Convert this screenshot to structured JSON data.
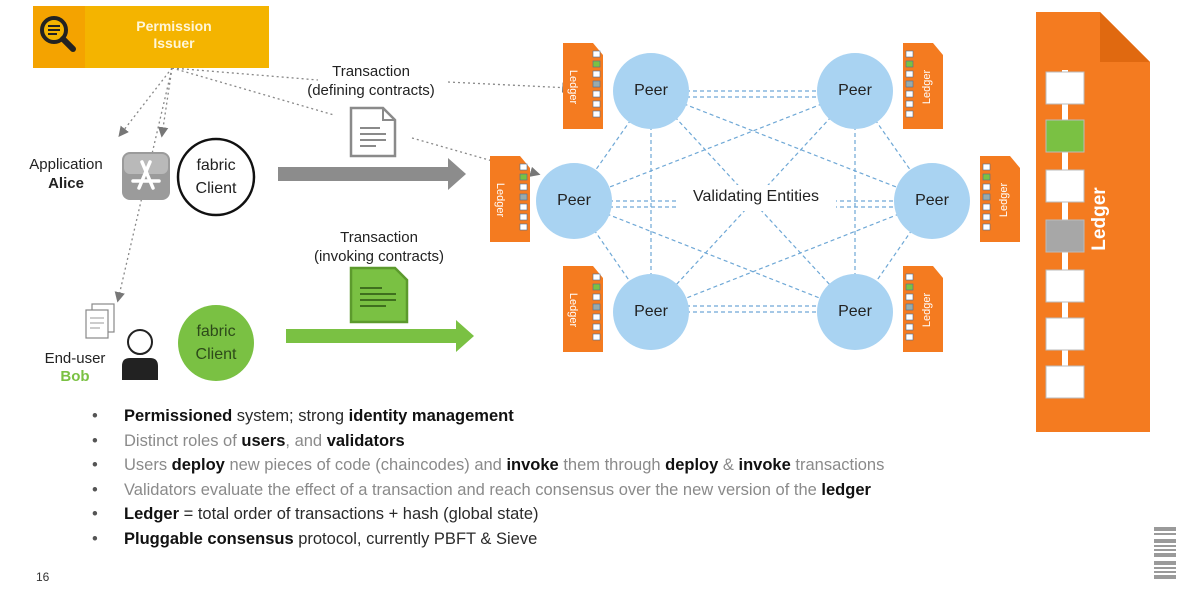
{
  "permission_issuer": {
    "line1": "Permission",
    "line2": "Issuer"
  },
  "tx_define": {
    "line1": "Transaction",
    "line2": "(defining contracts)"
  },
  "tx_invoke": {
    "line1": "Transaction",
    "line2": "(invoking contracts)"
  },
  "alice": {
    "role": "Application",
    "name": "Alice"
  },
  "bob": {
    "role": "End-user",
    "name": "Bob"
  },
  "client_alice": {
    "line1": "fabric",
    "line2": "Client"
  },
  "client_bob": {
    "line1": "fabric",
    "line2": "Client"
  },
  "peers": [
    "Peer",
    "Peer",
    "Peer",
    "Peer",
    "Peer",
    "Peer"
  ],
  "ledger_small_label": "Ledger",
  "validating_label": "Validating Entities",
  "big_ledger_label": "Ledger",
  "bullets": [
    {
      "parts": [
        {
          "t": "Permissioned",
          "b": true
        },
        {
          "t": "  system; strong ",
          "b": false
        },
        {
          "t": "identity management",
          "b": true
        }
      ]
    },
    {
      "parts": [
        {
          "t": "Distinct roles of ",
          "b": false
        },
        {
          "t": "users",
          "b": true
        },
        {
          "t": ", and ",
          "b": false
        },
        {
          "t": "validators",
          "b": true
        }
      ]
    },
    {
      "parts": [
        {
          "t": "Users ",
          "b": false
        },
        {
          "t": "deploy",
          "b": true
        },
        {
          "t": " new pieces of code (chaincodes) and ",
          "b": false
        },
        {
          "t": "invoke",
          "b": true
        },
        {
          "t": " them through ",
          "b": false
        },
        {
          "t": "deploy",
          "b": true
        },
        {
          "t": " & ",
          "b": false
        },
        {
          "t": "invoke",
          "b": true
        },
        {
          "t": " transactions",
          "b": false
        }
      ]
    },
    {
      "parts": [
        {
          "t": "Validators evaluate the effect of a transaction and reach consensus over the new version of the ",
          "b": false
        },
        {
          "t": "ledger",
          "b": true
        }
      ]
    },
    {
      "parts": [
        {
          "t": "Ledger",
          "b": true
        },
        {
          "t": " = total order of transactions + hash (global state)",
          "b": false
        }
      ]
    },
    {
      "parts": [
        {
          "t": "Pluggable consensus",
          "b": true
        },
        {
          "t": " protocol, currently PBFT  & Sieve",
          "b": false
        }
      ]
    }
  ],
  "page_number": "16",
  "logo": "IBM",
  "colors": {
    "orange": "#f47b20",
    "peer_blue": "#a9d3f2",
    "green": "#7ac143",
    "yellow": "#f4b400"
  }
}
